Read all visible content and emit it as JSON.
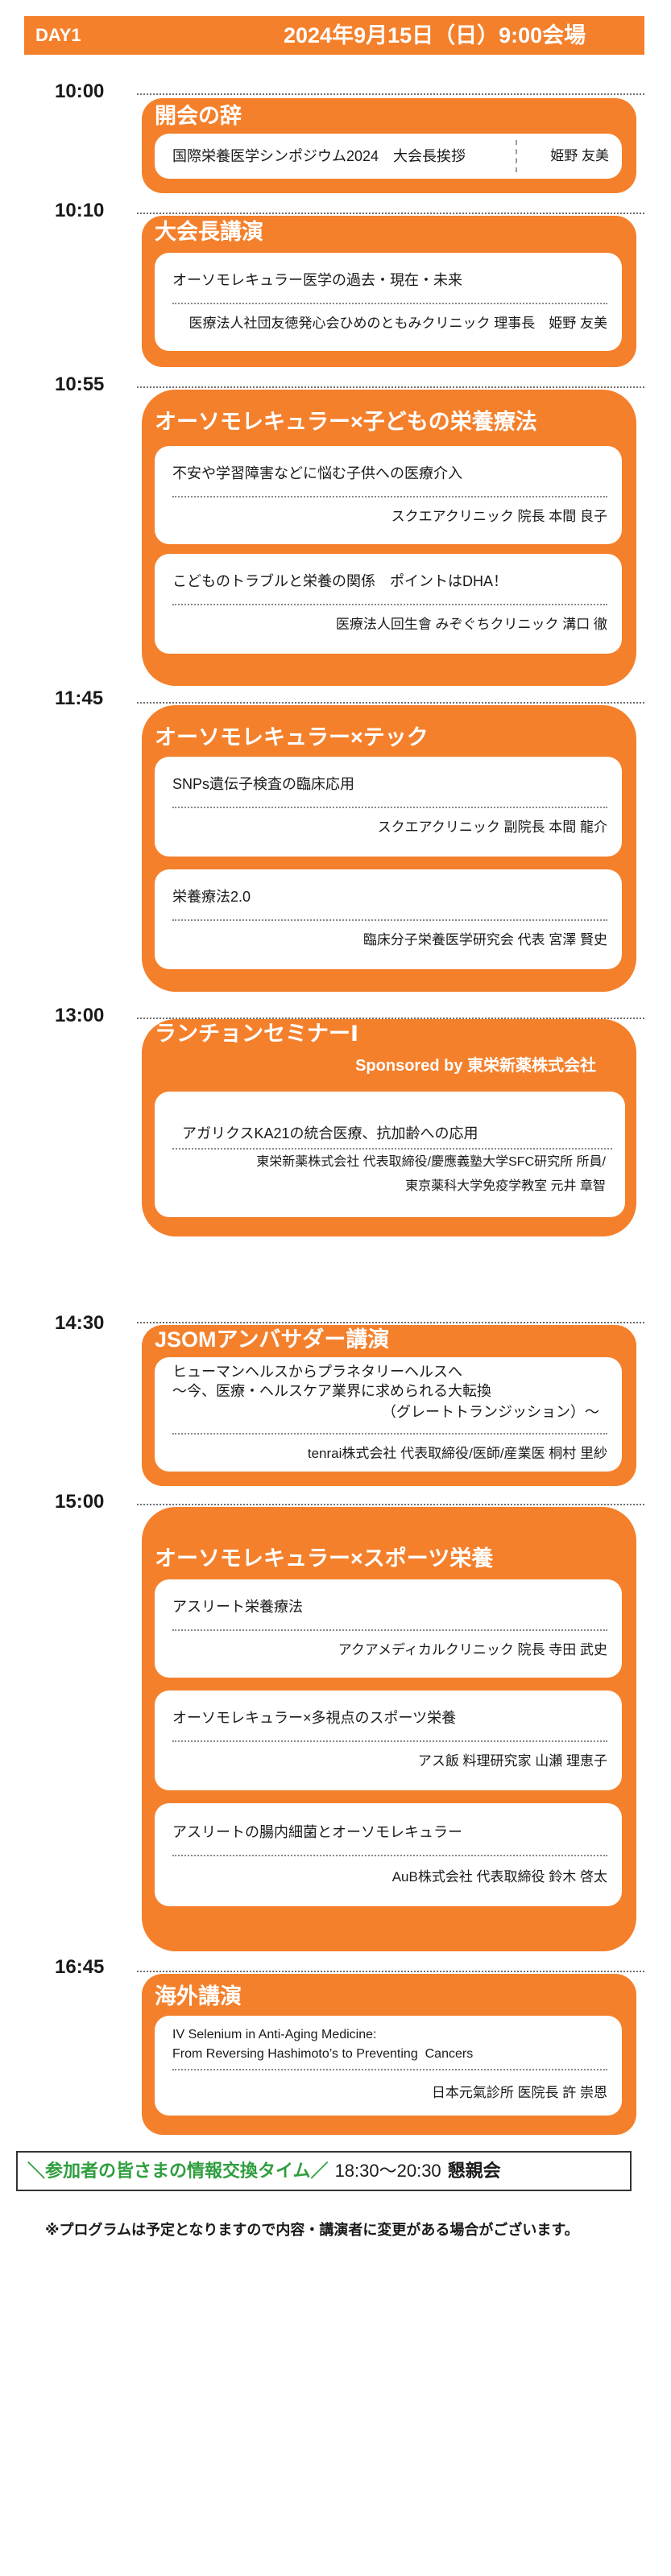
{
  "header": {
    "day": "DAY1",
    "date": "2024年9月15日（日）9:00会場"
  },
  "colors": {
    "accent": "#f4802c",
    "highlight_green": "#2f9e3f",
    "text": "#1a1a1a"
  },
  "sessions": [
    {
      "time": "10:00",
      "title": "開会の辞",
      "talks": [
        {
          "topic": "国際栄養医学シンポジウム2024　大会長挨拶",
          "speaker": "姫野 友美"
        }
      ]
    },
    {
      "time": "10:10",
      "title": "大会長講演",
      "talks": [
        {
          "topic": "オーソモレキュラー医学の過去・現在・未来",
          "speaker": "医療法人社団友徳発心会ひめのともみクリニック 理事長　姫野 友美"
        }
      ]
    },
    {
      "time": "10:55",
      "title": "オーソモレキュラー×子どもの栄養療法",
      "talks": [
        {
          "topic": "不安や学習障害などに悩む子供への医療介入",
          "speaker": "スクエアクリニック 院長 本間 良子"
        },
        {
          "topic": "こどものトラブルと栄養の関係　ポイントはDHA！",
          "speaker": "医療法人回生會 みぞぐちクリニック 溝口 徹"
        }
      ]
    },
    {
      "time": "11:45",
      "title": "オーソモレキュラー×テック",
      "talks": [
        {
          "topic": "SNPs遺伝子検査の臨床応用",
          "speaker": "スクエアクリニック 副院長 本間 龍介"
        },
        {
          "topic": "栄養療法2.0",
          "speaker": "臨床分子栄養医学研究会 代表 宮澤 賢史"
        }
      ]
    },
    {
      "time": "13:00",
      "title": "ランチョンセミナーⅠ",
      "sponsor": "Sponsored by 東栄新薬株式会社",
      "talks": [
        {
          "topic": "アガリクスKA21の統合医療、抗加齢への応用",
          "speaker": [
            "東栄新薬株式会社 代表取締役/慶應義塾大学SFC研究所 所員/",
            "東京薬科大学免疫学教室 元井 章智"
          ]
        }
      ]
    },
    {
      "time": "14:30",
      "title": "JSOMアンバサダー講演",
      "talks": [
        {
          "topic": [
            "ヒューマンヘルスからプラネタリーヘルスへ",
            "～今、医療・ヘルスケア業界に求められる大転換",
            "（グレートトランジッション）～"
          ],
          "speaker": "tenrai株式会社 代表取締役/医師/産業医 桐村 里紗"
        }
      ]
    },
    {
      "time": "15:00",
      "title": "オーソモレキュラー×スポーツ栄養",
      "talks": [
        {
          "topic": "アスリート栄養療法",
          "speaker": "アクアメディカルクリニック 院長 寺田 武史"
        },
        {
          "topic": "オーソモレキュラー×多視点のスポーツ栄養",
          "speaker": "アス飯 料理研究家 山瀬 理恵子"
        },
        {
          "topic": "アスリートの腸内細菌とオーソモレキュラー",
          "speaker": "AuB株式会社 代表取締役 鈴木 啓太"
        }
      ]
    },
    {
      "time": "16:45",
      "title": "海外講演",
      "talks": [
        {
          "topic": [
            "IV Selenium in Anti-Aging Medicine:",
            "From Reversing Hashimoto’s to Preventing  Cancers"
          ],
          "speaker": "日本元氣診所 医院長 許 崇恩"
        }
      ]
    }
  ],
  "networking": {
    "label": "＼参加者の皆さまの情報交換タイム／",
    "time": "18:30〜20:30",
    "event": "懇親会"
  },
  "note": "※プログラムは予定となりますので内容・講演者に変更がある場合がございます。"
}
